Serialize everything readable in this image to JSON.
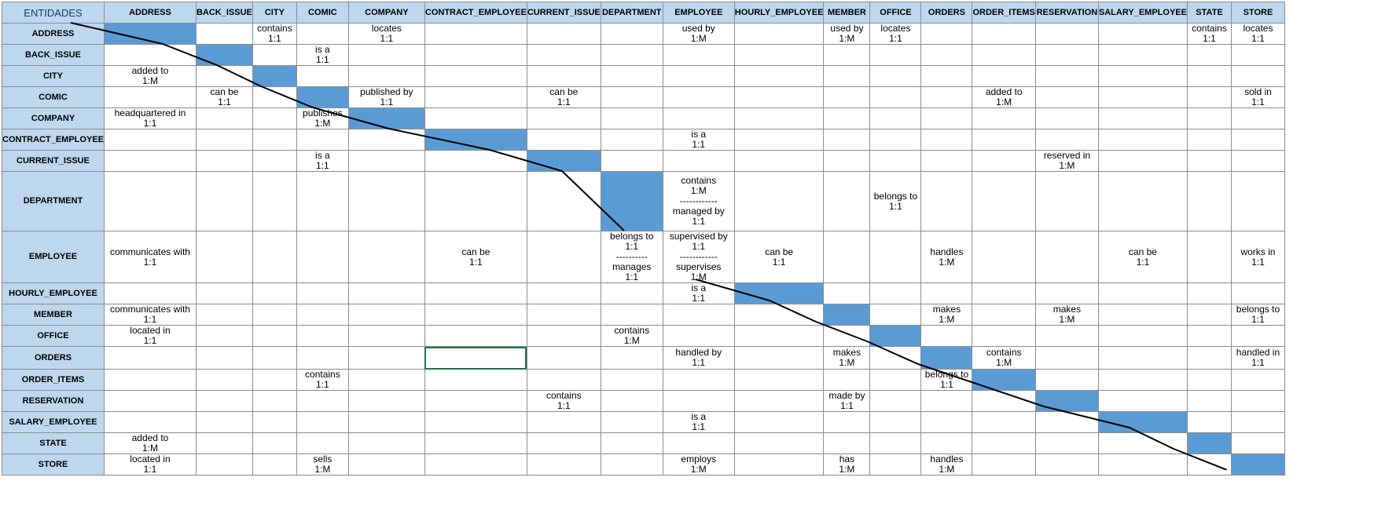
{
  "corner_label": "ENTIDADES",
  "entities": [
    "ADDRESS",
    "BACK_ISSUE",
    "CITY",
    "COMIC",
    "COMPANY",
    "CONTRACT_EMPLOYEE",
    "CURRENT_ISSUE",
    "DEPARTMENT",
    "EMPLOYEE",
    "HOURLY_EMPLOYEE",
    "MEMBER",
    "OFFICE",
    "ORDERS",
    "ORDER_ITEMS",
    "RESERVATION",
    "SALARY_EMPLOYEE",
    "STATE",
    "STORE"
  ],
  "colors": {
    "header_fill": "#bdd7ee",
    "diagonal_fill": "#5b9bd5",
    "grid_line": "#8c8c8c",
    "selection": "#217346"
  },
  "selected_cell": {
    "row": "ORDERS",
    "col": "CONTRACT_EMPLOYEE"
  },
  "relations": [
    {
      "row": "ADDRESS",
      "col": "CITY",
      "text": "contains\n1:1"
    },
    {
      "row": "ADDRESS",
      "col": "COMPANY",
      "text": "locates\n1:1"
    },
    {
      "row": "ADDRESS",
      "col": "EMPLOYEE",
      "text": "used by\n1:M"
    },
    {
      "row": "ADDRESS",
      "col": "MEMBER",
      "text": "used by\n1:M"
    },
    {
      "row": "ADDRESS",
      "col": "OFFICE",
      "text": "locates\n1:1"
    },
    {
      "row": "ADDRESS",
      "col": "STATE",
      "text": "contains\n1:1"
    },
    {
      "row": "ADDRESS",
      "col": "STORE",
      "text": "locates\n1:1"
    },
    {
      "row": "BACK_ISSUE",
      "col": "COMIC",
      "text": "is a\n1:1"
    },
    {
      "row": "CITY",
      "col": "ADDRESS",
      "text": "added to\n1:M"
    },
    {
      "row": "COMIC",
      "col": "BACK_ISSUE",
      "text": "can be\n1:1"
    },
    {
      "row": "COMIC",
      "col": "COMPANY",
      "text": "published by\n1:1"
    },
    {
      "row": "COMIC",
      "col": "CURRENT_ISSUE",
      "text": "can be\n1:1"
    },
    {
      "row": "COMIC",
      "col": "ORDER_ITEMS",
      "text": "added to\n1:M"
    },
    {
      "row": "COMIC",
      "col": "STORE",
      "text": "sold in\n1:1"
    },
    {
      "row": "COMPANY",
      "col": "ADDRESS",
      "text": "headquartered in\n1:1"
    },
    {
      "row": "COMPANY",
      "col": "COMIC",
      "text": "publishes\n1:M"
    },
    {
      "row": "CONTRACT_EMPLOYEE",
      "col": "EMPLOYEE",
      "text": "is a\n1:1"
    },
    {
      "row": "CURRENT_ISSUE",
      "col": "COMIC",
      "text": "is a\n1:1"
    },
    {
      "row": "CURRENT_ISSUE",
      "col": "RESERVATION",
      "text": "reserved in\n1:M"
    },
    {
      "row": "DEPARTMENT",
      "col": "EMPLOYEE",
      "text": "contains\n1:M\n------------\nmanaged by\n1:1"
    },
    {
      "row": "DEPARTMENT",
      "col": "OFFICE",
      "text": "belongs to\n1:1"
    },
    {
      "row": "EMPLOYEE",
      "col": "ADDRESS",
      "text": "communicates with\n1:1"
    },
    {
      "row": "EMPLOYEE",
      "col": "CONTRACT_EMPLOYEE",
      "text": "can be\n1:1"
    },
    {
      "row": "EMPLOYEE",
      "col": "DEPARTMENT",
      "text": "belongs to\n1:1\n----------\nmanages\n1:1"
    },
    {
      "row": "EMPLOYEE",
      "col": "EMPLOYEE",
      "text": "supervised by\n1:1\n------------\nsupervises\n1:M"
    },
    {
      "row": "EMPLOYEE",
      "col": "HOURLY_EMPLOYEE",
      "text": "can be\n1:1"
    },
    {
      "row": "EMPLOYEE",
      "col": "ORDERS",
      "text": "handles\n1:M"
    },
    {
      "row": "EMPLOYEE",
      "col": "SALARY_EMPLOYEE",
      "text": "can be\n1:1"
    },
    {
      "row": "EMPLOYEE",
      "col": "STORE",
      "text": "works in\n1:1"
    },
    {
      "row": "HOURLY_EMPLOYEE",
      "col": "EMPLOYEE",
      "text": "is a\n1:1"
    },
    {
      "row": "MEMBER",
      "col": "ADDRESS",
      "text": "communicates with\n1:1"
    },
    {
      "row": "MEMBER",
      "col": "ORDERS",
      "text": "makes\n1:M"
    },
    {
      "row": "MEMBER",
      "col": "RESERVATION",
      "text": "makes\n1:M"
    },
    {
      "row": "MEMBER",
      "col": "STORE",
      "text": "belongs to\n1:1"
    },
    {
      "row": "OFFICE",
      "col": "ADDRESS",
      "text": "located in\n1:1"
    },
    {
      "row": "OFFICE",
      "col": "DEPARTMENT",
      "text": "contains\n1:M"
    },
    {
      "row": "ORDERS",
      "col": "EMPLOYEE",
      "text": "handled by\n1:1"
    },
    {
      "row": "ORDERS",
      "col": "MEMBER",
      "text": "makes\n1:M"
    },
    {
      "row": "ORDERS",
      "col": "ORDER_ITEMS",
      "text": "contains\n1:M"
    },
    {
      "row": "ORDERS",
      "col": "STORE",
      "text": "handled in\n1:1"
    },
    {
      "row": "ORDER_ITEMS",
      "col": "COMIC",
      "text": "contains\n1:1"
    },
    {
      "row": "ORDER_ITEMS",
      "col": "ORDERS",
      "text": "belongs to\n1:1"
    },
    {
      "row": "RESERVATION",
      "col": "CURRENT_ISSUE",
      "text": "contains\n1:1"
    },
    {
      "row": "RESERVATION",
      "col": "MEMBER",
      "text": "made by\n1:1"
    },
    {
      "row": "SALARY_EMPLOYEE",
      "col": "EMPLOYEE",
      "text": "is a\n1:1"
    },
    {
      "row": "STATE",
      "col": "ADDRESS",
      "text": "added to\n1:M"
    },
    {
      "row": "STORE",
      "col": "ADDRESS",
      "text": "located in\n1:1"
    },
    {
      "row": "STORE",
      "col": "COMIC",
      "text": "sells\n1:M"
    },
    {
      "row": "STORE",
      "col": "EMPLOYEE",
      "text": "employs\n1:M"
    },
    {
      "row": "STORE",
      "col": "MEMBER",
      "text": "has\n1:M"
    },
    {
      "row": "STORE",
      "col": "ORDERS",
      "text": "handles\n1:M"
    }
  ]
}
